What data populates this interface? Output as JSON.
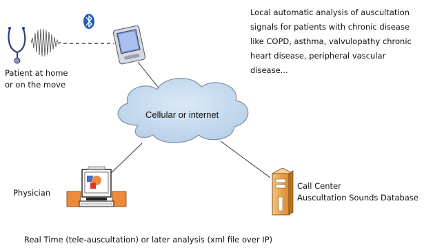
{
  "patient": {
    "label_lines": [
      "Patient at home",
      "or on the move"
    ]
  },
  "analysis_note": {
    "lines": [
      "Local automatic analysis of auscultation",
      "signals for patients with chronic disease",
      "like COPD, asthma, valvulopathy chronic",
      "heart disease, peripheral vascular",
      "disease..."
    ]
  },
  "cloud": {
    "label": "Cellular or internet"
  },
  "physician": {
    "label": "Physician"
  },
  "call_center": {
    "label_lines": [
      "Call Center",
      "Auscultation Sounds Database"
    ]
  },
  "footer": {
    "caption": "Real Time (tele-auscultation) or later analysis (xml file over IP)"
  },
  "colors": {
    "bluetooth": "#1f5fb5",
    "cloud_fill": "#c7dcef",
    "cloud_stroke": "#7a8fa6",
    "server_orange": "#e8a04a",
    "speaker_orange": "#ef8a3a",
    "pda_blue": "#6b8fd6"
  }
}
